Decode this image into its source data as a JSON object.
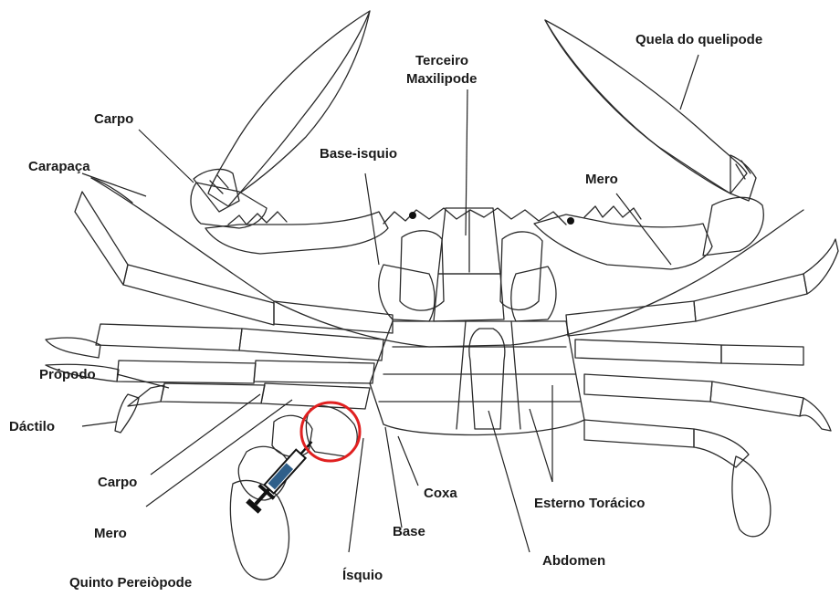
{
  "labels": {
    "carpo_top": "Carpo",
    "carapaca": "Carapaça",
    "base_isquio": "Base-isquio",
    "terceiro": "Terceiro",
    "maxilipode": "Maxilipode",
    "quela": "Quela do quelipode",
    "mero_right": "Mero",
    "propodo": "Própodo",
    "dactilo": "Dáctilo",
    "carpo_bottom": "Carpo",
    "mero_bottom": "Mero",
    "quinto": "Quinto Pereiòpode",
    "isquio": "Ísquio",
    "base": "Base",
    "coxa": "Coxa",
    "abdomen": "Abdomen",
    "esterno": "Esterno Torácico"
  },
  "colors": {
    "highlight_circle": "#e02020",
    "syringe_fluid": "#2f5f8a"
  },
  "icons": {
    "syringe": "syringe-icon"
  }
}
